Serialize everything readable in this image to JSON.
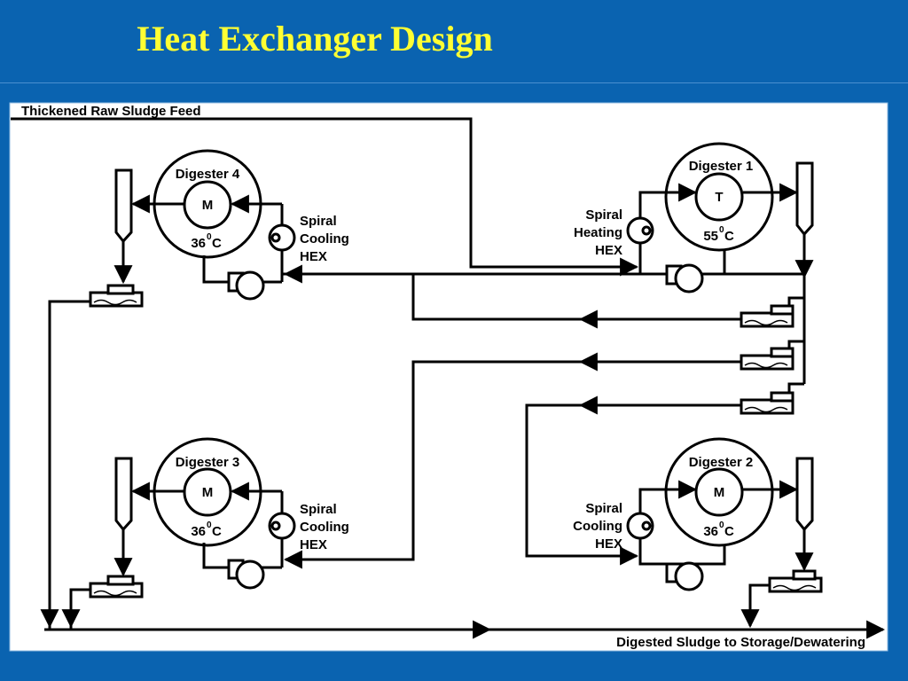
{
  "slide": {
    "title": "Heat Exchanger Design",
    "title_color": "#ffff33",
    "background_color": "#0a63b0"
  },
  "diagram": {
    "feed_label": "Thickened Raw Sludge Feed",
    "outlet_label": "Digested Sludge to Storage/Dewatering",
    "digesters": [
      {
        "name": "Digester 4",
        "mixer": "M",
        "temp": "36",
        "temp_unit": "C",
        "hex_line1": "Spiral",
        "hex_line2": "Cooling",
        "hex_line3": "HEX"
      },
      {
        "name": "Digester 1",
        "mixer": "T",
        "temp": "55",
        "temp_unit": "C",
        "hex_line1": "Spiral",
        "hex_line2": "Heating",
        "hex_line3": "HEX"
      },
      {
        "name": "Digester 3",
        "mixer": "M",
        "temp": "36",
        "temp_unit": "C",
        "hex_line1": "Spiral",
        "hex_line2": "Cooling",
        "hex_line3": "HEX"
      },
      {
        "name": "Digester 2",
        "mixer": "M",
        "temp": "36",
        "temp_unit": "C",
        "hex_line1": "Spiral",
        "hex_line2": "Cooling",
        "hex_line3": "HEX"
      }
    ],
    "degree_symbol": "0"
  }
}
